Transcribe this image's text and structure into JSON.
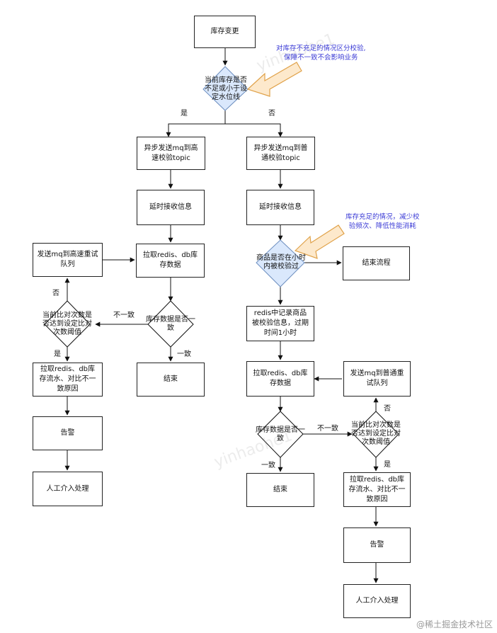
{
  "colors": {
    "decision_fill": "#dae8fc",
    "decision_stroke": "#6c8ebf",
    "line": "#111111",
    "note_text": "#3b3bd6",
    "callout_arrow_fill": "#fde9cc",
    "callout_arrow_stroke": "#e0a24a"
  },
  "nodes": {
    "start": "库存变更",
    "d_threshold": "当前库存是否不足或小于设定水位线",
    "l_async_fast": "异步发送mq到高速校验topic",
    "l_delay": "延时接收信息",
    "l_fetch": "拉取redis、db库存数据",
    "l_retry_queue": "发送mq到高速重试队列",
    "l_d_consistent": "库存数据是否一致",
    "l_d_retry": "当前比对次数是否达到设定比对次数阈值",
    "l_end": "结束",
    "l_pull_flow": "拉取redis、db库存流水、对比不一致原因",
    "l_alarm": "告警",
    "l_manual": "人工介入处理",
    "r_async_normal": "异步发送mq到普通校验topic",
    "r_delay": "延时接收信息",
    "r_d_checked": "商品是否在小时内被校验过",
    "r_end_flow": "结束流程",
    "r_record": "redis中记录商品被校验信息，过期时间1小时",
    "r_fetch": "拉取redis、db库存数据",
    "r_retry_queue": "发送mq到普通重试队列",
    "r_d_consistent": "库存数据是否一致",
    "r_d_retry": "当前比对次数是否达到设定比对次数阈值",
    "r_end": "结束",
    "r_pull_flow": "拉取redis、db库存流水、对比不一致原因",
    "r_alarm": "告警",
    "r_manual": "人工介入处理"
  },
  "edge_labels": {
    "yes_left": "是",
    "no_right": "否",
    "l_inconsistent": "不一致",
    "l_consistent": "一致",
    "l_retry_no": "否",
    "l_retry_yes": "是",
    "r_inconsistent": "不一致",
    "r_consistent": "一致",
    "r_retry_no": "否",
    "r_retry_yes": "是"
  },
  "notes": {
    "top": [
      "对库存不充足的情况区分校验,",
      "保障不一致不会影响业务"
    ],
    "mid": [
      "库存充足的情况，减少校",
      "验频次、降低性能消耗"
    ]
  },
  "watermark": "yinhaohe1",
  "footer": "@稀土掘金技术社区"
}
